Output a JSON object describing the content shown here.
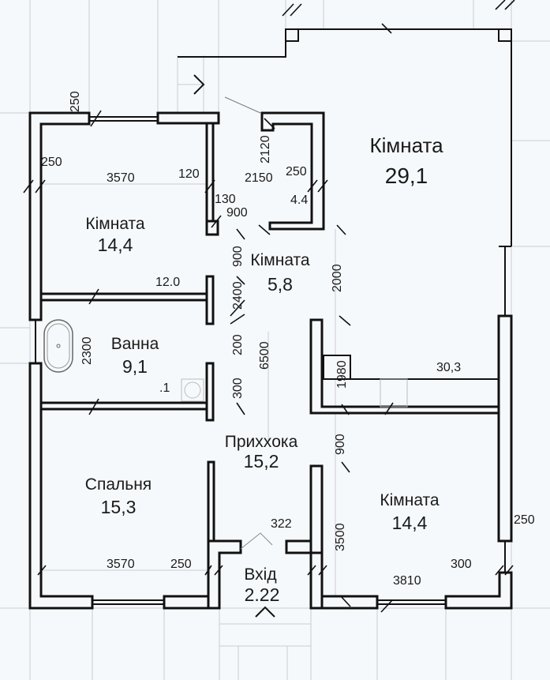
{
  "plan": {
    "rooms": [
      {
        "name": "Кімната",
        "area": "14,4"
      },
      {
        "name": "Кімната",
        "area": "29,1"
      },
      {
        "name": "Кімната",
        "area": "5,8"
      },
      {
        "name": "Ванна",
        "area": "9,1"
      },
      {
        "name": "Прихxока",
        "area": "15,2"
      },
      {
        "name": "Спальня",
        "area": "15,3"
      },
      {
        "name": "Кімната",
        "area": "14,4"
      },
      {
        "name": "Вхід",
        "area": "2.22"
      }
    ],
    "closet_area": "4.4",
    "kitchen_area": "30,3",
    "dims": {
      "d250_top": "250",
      "d250_left": "250",
      "d3570_top": "3570",
      "d120": "120",
      "d2120": "2120",
      "d2150": "2150",
      "d250_closet": "250",
      "d130": "130",
      "d900_a": "900",
      "d900_b": "900",
      "d2000": "2000",
      "d12": "12.0",
      "d2400": "2400",
      "d2300": "2300",
      "d200": "200",
      "d6500": "6500",
      "d300_a": "300",
      "d1_1": ".1",
      "d1980": "1980",
      "d900_c": "900",
      "d322": "322",
      "d3500": "3500",
      "d250_right": "250",
      "d3570_bottom": "3570",
      "d250_bottom": "250",
      "d300_b": "300",
      "d3810": "3810"
    }
  }
}
